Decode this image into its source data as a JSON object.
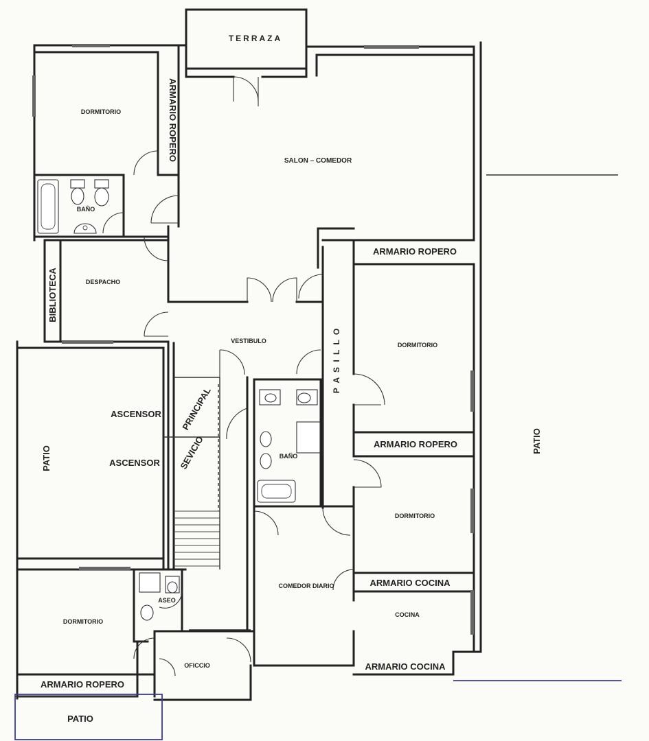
{
  "rooms": {
    "terraza": "TERRAZA",
    "dormitorio_nw": "DORMITORIO",
    "armario_ropero_vertical": "ARMARIO ROPERO",
    "salon_comedor": "SALON  –  COMEDOR",
    "bano_nw": "BAÑO",
    "despacho": "DESPACHO",
    "biblioteca": "BIBLIOTECA",
    "armario_ropero_e1": "ARMARIO ROPERO",
    "pasillo": "P A S I L L O",
    "dormitorio_e1": "DORMITORIO",
    "vestibulo": "VESTIBULO",
    "ascensor_1": "ASCENSOR",
    "ascensor_2": "ASCENSOR",
    "principal": "PRINCIPAL",
    "servicio": "SEVICIO",
    "bano_center": "BAÑO",
    "patio_west": "PATIO",
    "armario_ropero_e2": "ARMARIO ROPERO",
    "dormitorio_e2": "DORMITORIO",
    "patio_east": "PATIO",
    "armario_cocina_1": "ARMARIO COCINA",
    "comedor_diario": "COMEDOR  DIARIO",
    "cocina": "COCINA",
    "aseo": "ASEO",
    "dormitorio_sw": "DORMITORIO",
    "oficcio": "OFICCIO",
    "armario_cocina_2": "ARMARIO COCINA",
    "armario_ropero_sw": "ARMARIO ROPERO",
    "patio_south": "PATIO"
  }
}
